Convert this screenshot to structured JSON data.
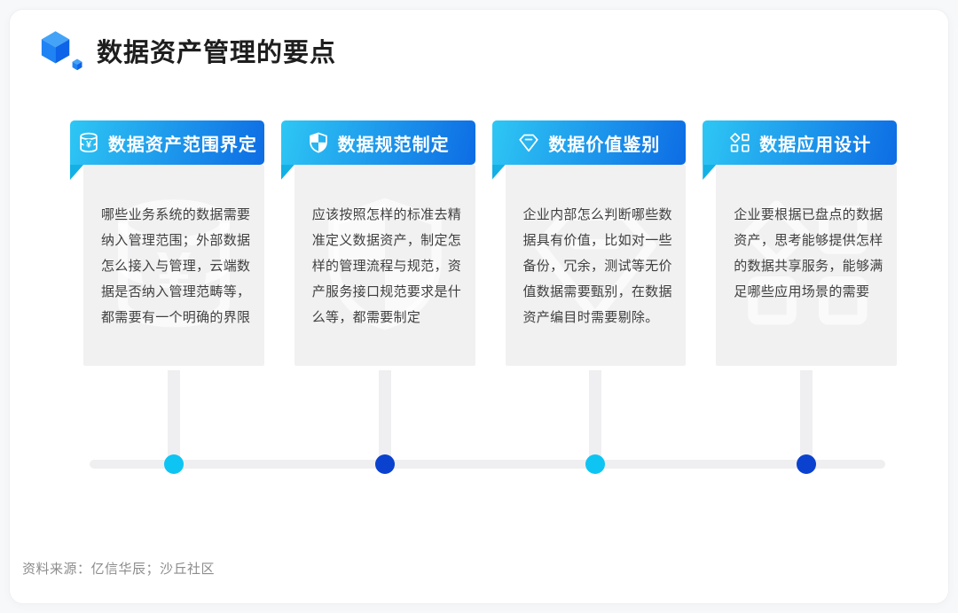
{
  "page": {
    "title": "数据资产管理的要点",
    "source_note": "资料来源：亿信华辰；沙丘社区"
  },
  "colors": {
    "header_gradient_start": "#2ec7f4",
    "header_gradient_end": "#0d6ce4",
    "fold_cyan": "#12b0e5",
    "card_body_bg": "#f1f1f2",
    "timeline_gray": "#efeff1",
    "dot_cyan": "#0ec4f3",
    "dot_dark_blue": "#0a41cf",
    "logo_blue_light": "#44a3f7",
    "logo_blue_mid": "#1f83f3",
    "logo_blue_dark": "#0d64e8"
  },
  "cards": [
    {
      "icon": "database-yen-icon",
      "title": "数据资产范围界定",
      "body": "哪些业务系统的数据需要纳入管理范围；外部数据怎么接入与管理，云端数据是否纳入管理范畴等，都需要有一个明确的界限"
    },
    {
      "icon": "shield-icon",
      "title": "数据规范制定",
      "body": "应该按照怎样的标准去精准定义数据资产，制定怎样的管理流程与规范，资产服务接口规范要求是什么等，都需要制定"
    },
    {
      "icon": "gem-icon",
      "title": "数据价值鉴别",
      "body": "企业内部怎么判断哪些数据具有价值，比如对一些备份，冗余，测试等无价值数据需要甄别，在数据资产编目时需要剔除。"
    },
    {
      "icon": "grid-icon",
      "title": "数据应用设计",
      "body": "企业要根据已盘点的数据资产，思考能够提供怎样的数据共享服务，能够满足哪些应用场景的需要"
    }
  ],
  "timeline": {
    "dots": [
      {
        "color": "#0ec4f3"
      },
      {
        "color": "#0a41cf"
      },
      {
        "color": "#0ec4f3"
      },
      {
        "color": "#0a41cf"
      }
    ]
  }
}
